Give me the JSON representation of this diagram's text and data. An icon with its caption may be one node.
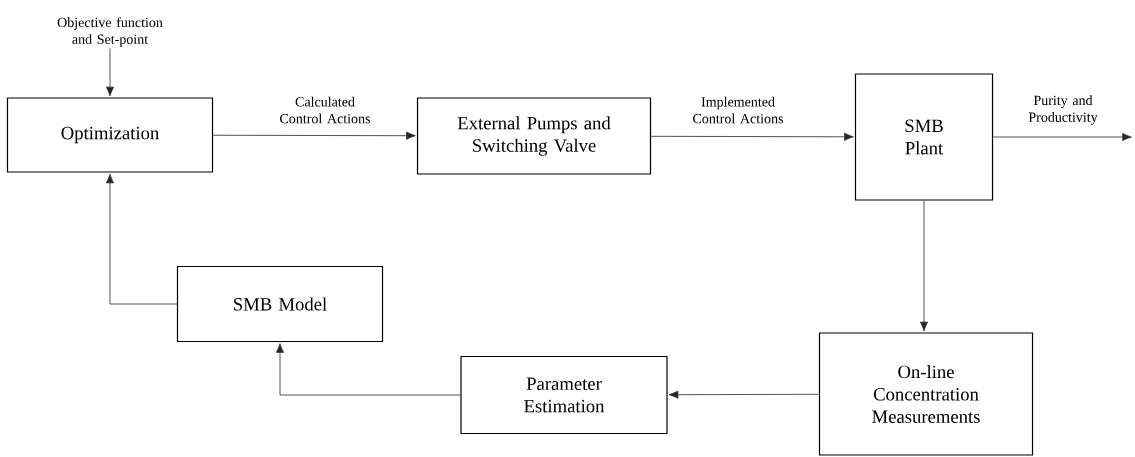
{
  "diagram": {
    "nodes": [
      {
        "text": [
          "Objective function and Set-point"
        ]
      },
      {
        "text": [
          "Optimization"
        ]
      },
      {
        "text": [
          "External Pumps and Switching Valve"
        ]
      },
      {
        "text": [
          "SMB Plant"
        ]
      },
      {
        "text": [
          "On-line Concentration Measurements"
        ]
      },
      {
        "text": [
          "Parameter Estimation"
        ]
      },
      {
        "text": [
          "SMB Model"
        ]
      }
    ],
    "edges": [
      {
        "from": 0,
        "to": 1,
        "arrow": "to"
      },
      {
        "from": 1,
        "to": 2,
        "arrow": "to",
        "label": "Calculated Control Actions"
      },
      {
        "from": 2,
        "to": 3,
        "arrow": "to",
        "label": "Implemented Control Actions"
      },
      {
        "from": 3,
        "to": null,
        "arrow": "to",
        "label": "Purity and Productivity"
      },
      {
        "from": 3,
        "to": 4,
        "arrow": "to"
      },
      {
        "from": 4,
        "to": 5,
        "arrow": "to"
      },
      {
        "from": 5,
        "to": 6,
        "arrow": "to"
      },
      {
        "from": 6,
        "to": 1,
        "arrow": "to"
      }
    ]
  }
}
